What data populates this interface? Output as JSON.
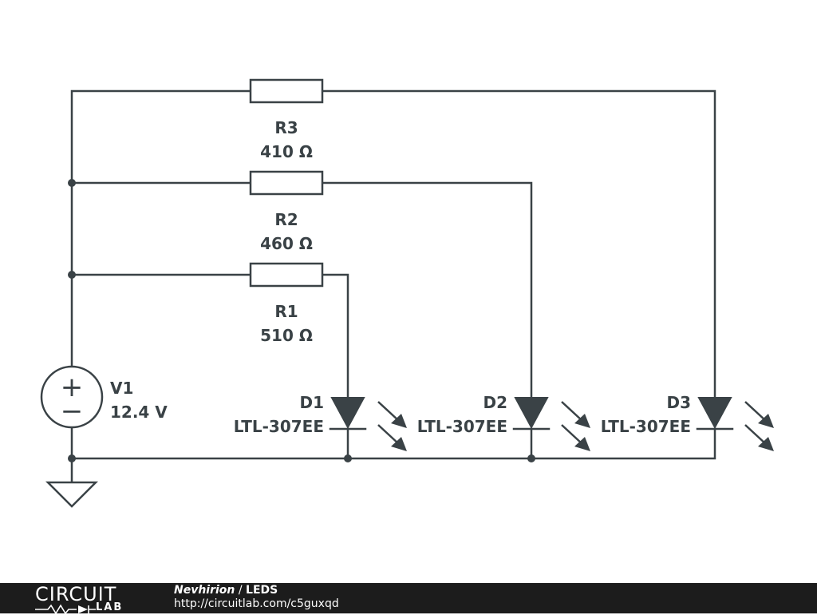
{
  "components": {
    "V1": {
      "name": "V1",
      "value": "12.4 V",
      "plus": "+",
      "minus": "−"
    },
    "R1": {
      "name": "R1",
      "value": "510 Ω"
    },
    "R2": {
      "name": "R2",
      "value": "460 Ω"
    },
    "R3": {
      "name": "R3",
      "value": "410 Ω"
    },
    "D1": {
      "name": "D1",
      "part": "LTL-307EE"
    },
    "D2": {
      "name": "D2",
      "part": "LTL-307EE"
    },
    "D3": {
      "name": "D3",
      "part": "LTL-307EE"
    }
  },
  "footer": {
    "logo_top": "CIRCUIT",
    "logo_bottom": "LAB",
    "author": "Nevhirion",
    "separator": " / ",
    "title": "LEDS",
    "url": "http://circuitlab.com/c5guxqd"
  },
  "colors": {
    "ink": "#3a4246",
    "footer_bg": "#1c1c1c",
    "footer_text": "#ffffff"
  }
}
